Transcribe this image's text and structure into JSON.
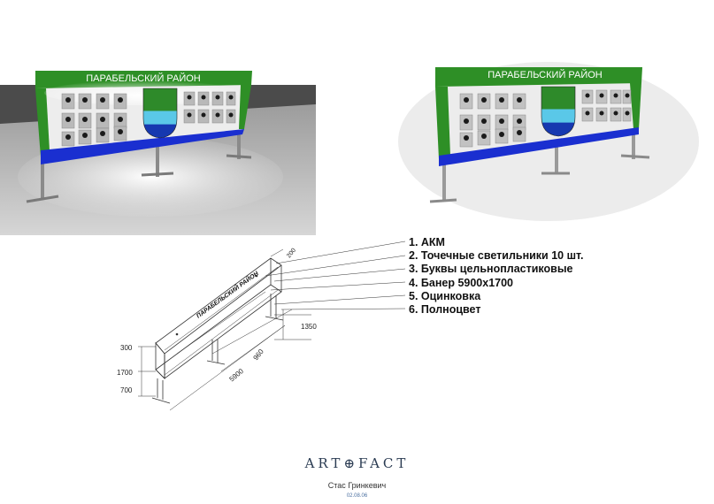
{
  "board": {
    "title": "ПАРАБЕЛЬСКИЙ РАЙОН",
    "colors": {
      "green": "#2e8f26",
      "blue": "#1a2fd0",
      "panel": "#e9e9e9",
      "coat_top": "#2e8a2a",
      "coat_mid": "#5ac8e8",
      "coat_bottom": "#1638b0"
    }
  },
  "drawing": {
    "dim_top": "200",
    "dim_depth": "1350",
    "dim_300": "300",
    "dim_1700": "1700",
    "dim_700": "700",
    "dim_5900": "5900",
    "dim_960": "960",
    "panel_text": "ПАРАБЕЛЬСКИЙ РАЙОН"
  },
  "spec": [
    "1. АКМ",
    "2. Точечные светильники 10 шт.",
    "3. Буквы цельнопластиковые",
    "4. Банер 5900х1700",
    "5. Оцинковка",
    "6. Полноцвет"
  ],
  "footer": {
    "logo": "ART⊕FACT",
    "author": "Стас Гринкевич",
    "date": "02.08.06"
  }
}
